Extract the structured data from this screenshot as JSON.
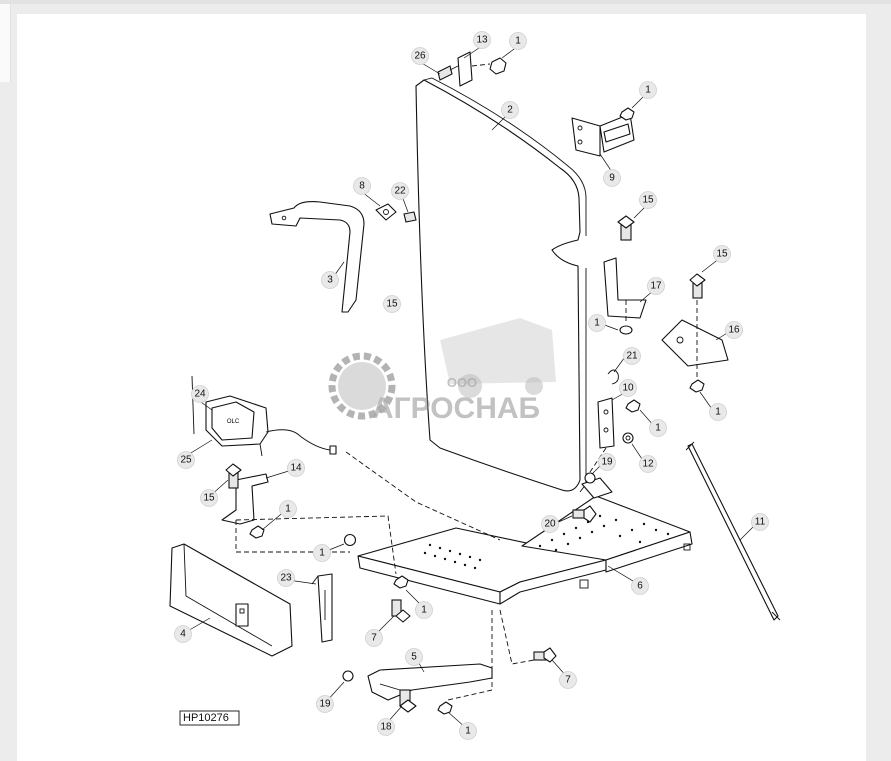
{
  "diagram": {
    "drawing_code": "HP10276",
    "callouts": [
      {
        "id": "c26",
        "label": "26"
      },
      {
        "id": "c13",
        "label": "13"
      },
      {
        "id": "c1a",
        "label": "1"
      },
      {
        "id": "c2",
        "label": "2"
      },
      {
        "id": "c1b",
        "label": "1"
      },
      {
        "id": "c9",
        "label": "9"
      },
      {
        "id": "c8",
        "label": "8"
      },
      {
        "id": "c22",
        "label": "22"
      },
      {
        "id": "c15a",
        "label": "15"
      },
      {
        "id": "c3",
        "label": "3"
      },
      {
        "id": "c15b",
        "label": "15"
      },
      {
        "id": "c15c",
        "label": "15"
      },
      {
        "id": "c17",
        "label": "17"
      },
      {
        "id": "c1c",
        "label": "1"
      },
      {
        "id": "c16",
        "label": "16"
      },
      {
        "id": "c21",
        "label": "21"
      },
      {
        "id": "c10",
        "label": "10"
      },
      {
        "id": "c1d",
        "label": "1"
      },
      {
        "id": "c12",
        "label": "12"
      },
      {
        "id": "c1e",
        "label": "1"
      },
      {
        "id": "c24",
        "label": "24"
      },
      {
        "id": "c25",
        "label": "25"
      },
      {
        "id": "c14",
        "label": "14"
      },
      {
        "id": "c15d",
        "label": "15"
      },
      {
        "id": "c1f",
        "label": "1"
      },
      {
        "id": "c19a",
        "label": "19"
      },
      {
        "id": "c20",
        "label": "20"
      },
      {
        "id": "c11",
        "label": "11"
      },
      {
        "id": "c1g",
        "label": "1"
      },
      {
        "id": "c6",
        "label": "6"
      },
      {
        "id": "c23",
        "label": "23"
      },
      {
        "id": "c1h",
        "label": "1"
      },
      {
        "id": "c7a",
        "label": "7"
      },
      {
        "id": "c4",
        "label": "4"
      },
      {
        "id": "c5",
        "label": "5"
      },
      {
        "id": "c7b",
        "label": "7"
      },
      {
        "id": "c19b",
        "label": "19"
      },
      {
        "id": "c18",
        "label": "18"
      },
      {
        "id": "c1i",
        "label": "1"
      }
    ]
  },
  "watermark": {
    "prefix": "ООО",
    "name": "АГРОСНАБ"
  },
  "colors": {
    "page_background": "#ececec",
    "card_background": "#ffffff",
    "callout_fill": "#e9e9e9",
    "line": "#111111",
    "watermark": "#8b8b8b"
  }
}
